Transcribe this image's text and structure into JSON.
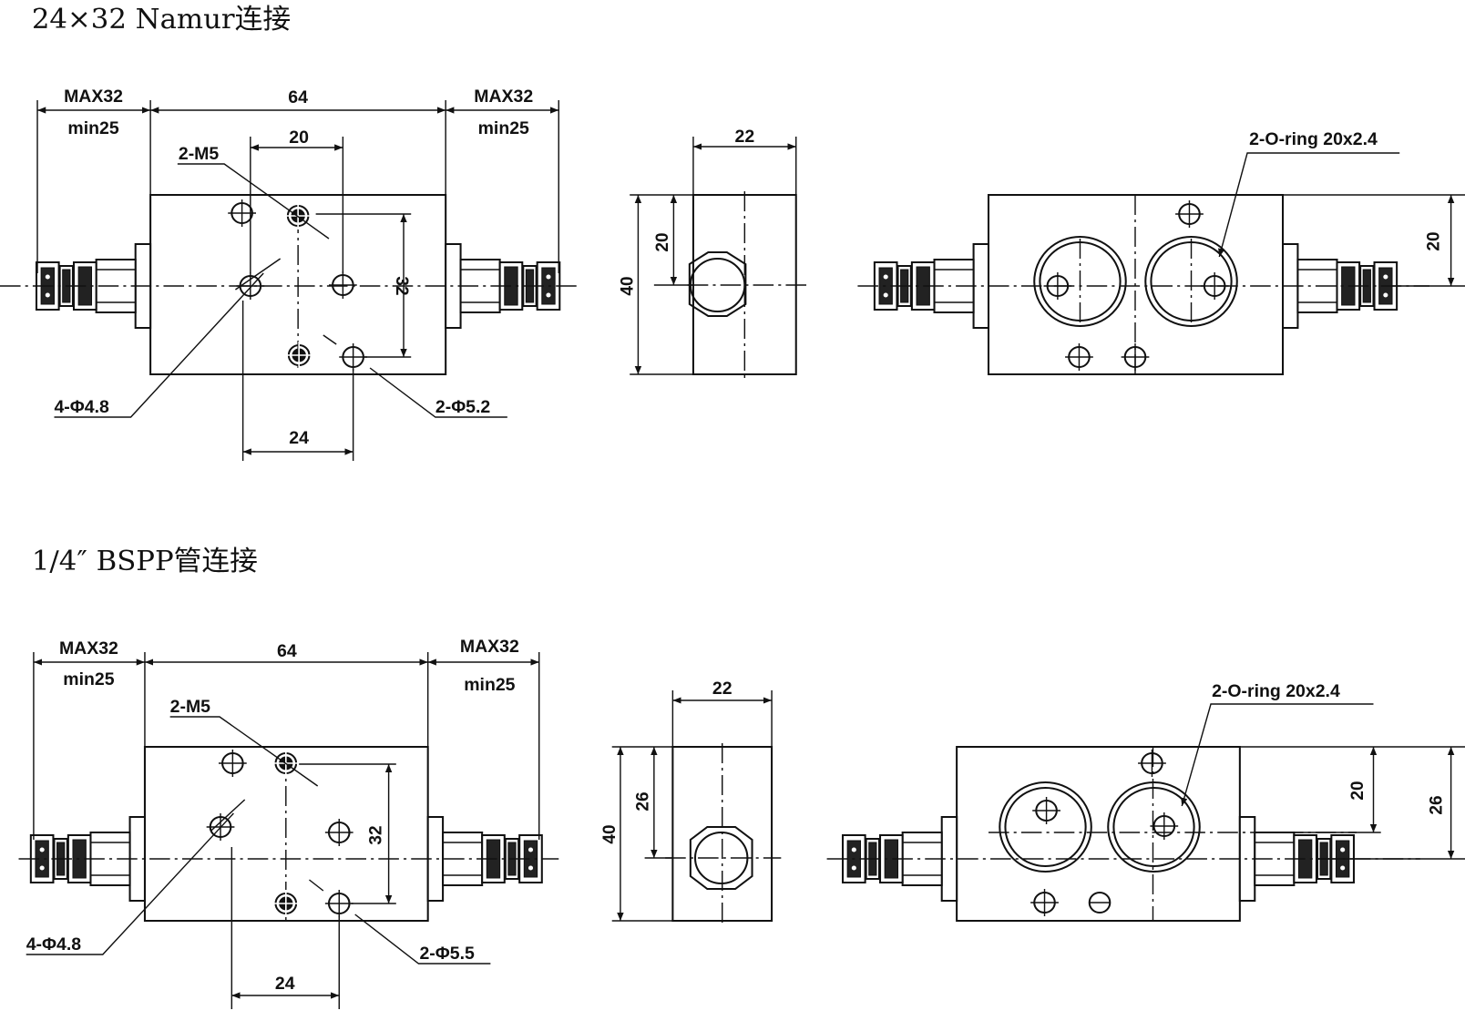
{
  "drawing": {
    "sections": [
      {
        "title": "24×32 Namur连接",
        "front_view": {
          "left_fitting": {
            "max": "MAX32",
            "min": "min25"
          },
          "right_fitting": {
            "max": "MAX32",
            "min": "min25"
          },
          "body_length": "64",
          "thread_spacing": "20",
          "thread_callout": "2-M5",
          "vertical_spacing": "32",
          "through_hole_callout": "4-Φ4.8",
          "pin_hole_callout": "2-Φ5.2",
          "bottom_spacing": "24"
        },
        "side_view": {
          "width": "22",
          "height": "40",
          "port_center": "20"
        },
        "rear_view": {
          "oring_callout": "2-O-ring 20x2.4",
          "port_center": "20"
        }
      },
      {
        "title": "1/4″ BSPP管连接",
        "front_view": {
          "left_fitting": {
            "max": "MAX32",
            "min": "min25"
          },
          "right_fitting": {
            "max": "MAX32",
            "min": "min25"
          },
          "body_length": "64",
          "thread_callout": "2-M5",
          "vertical_spacing": "32",
          "through_hole_callout": "4-Φ4.8",
          "pin_hole_callout": "2-Φ5.5",
          "bottom_spacing": "24"
        },
        "side_view": {
          "width": "22",
          "height": "40",
          "port_center": "26"
        },
        "rear_view": {
          "oring_callout": "2-O-ring 20x2.4",
          "port_center": "20",
          "body_height": "26"
        }
      }
    ]
  }
}
